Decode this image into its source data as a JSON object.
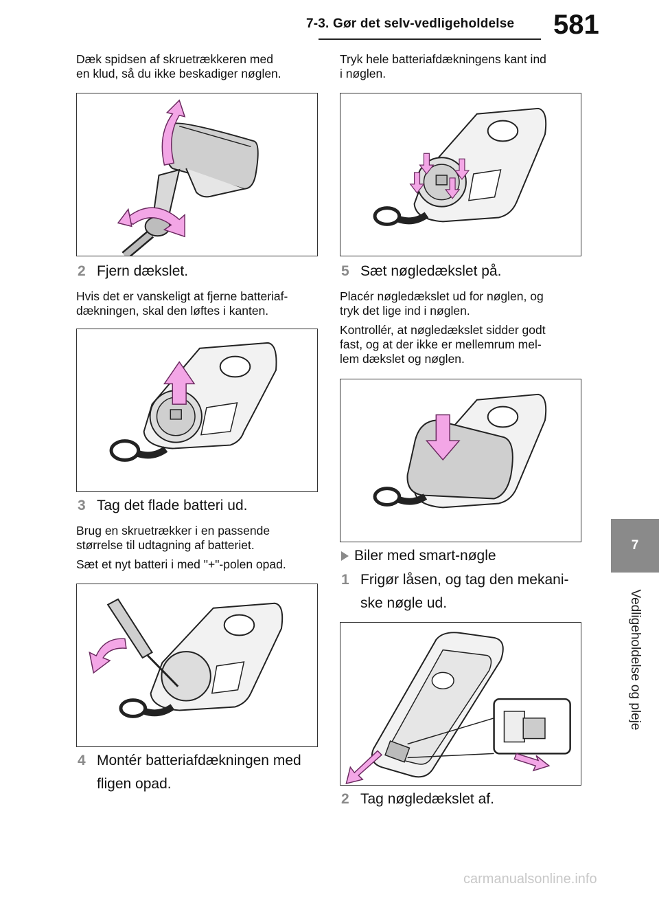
{
  "header": {
    "section": "7-3. Gør det selv-vedligeholdelse",
    "page_number": "581"
  },
  "side_tab": {
    "chapter_number": "7",
    "chapter_label": "Vedligeholdelse og pleje"
  },
  "left_column": {
    "intro_line1": "Dæk spidsen af skruetrækkeren med",
    "intro_line2": "en klud, så du ikke beskadiger nøglen.",
    "step2": {
      "num": "2",
      "text": "Fjern dækslet."
    },
    "step2_note_line1": "Hvis det er vanskeligt at fjerne batteriaf-",
    "step2_note_line2": "dækningen, skal den løftes i kanten.",
    "step3": {
      "num": "3",
      "text": "Tag det flade batteri ud."
    },
    "step3_note1_line1": "Brug en skruetrækker i en passende",
    "step3_note1_line2": "størrelse til udtagning af batteriet.",
    "step3_note2": "Sæt et nyt batteri i med \"+\"-polen opad.",
    "step4": {
      "num": "4",
      "line1": "Montér batteriafdækningen med",
      "line2": "fligen opad."
    }
  },
  "right_column": {
    "intro_line1": "Tryk hele batteriafdækningens kant ind",
    "intro_line2": "i nøglen.",
    "step5": {
      "num": "5",
      "text": "Sæt nøgledækslet på."
    },
    "step5_note1_line1": "Placér nøgledækslet ud for nøglen, og",
    "step5_note1_line2": "tryk det lige ind i nøglen.",
    "step5_note2_line1": "Kontrollér, at nøgledækslet sidder godt",
    "step5_note2_line2": "fast, og at der ikke er mellemrum mel-",
    "step5_note2_line3": "lem dækslet og nøglen.",
    "subheading": "Biler med smart-nøgle",
    "smart_step1": {
      "num": "1",
      "line1": "Frigør låsen, og tag den mekani-",
      "line2": "ske nøgle ud."
    },
    "smart_step2": {
      "num": "2",
      "text": "Tag nøgledækslet af."
    }
  },
  "watermark": "carmanualsonline.info",
  "colors": {
    "accent_pink": "#f3a6e6",
    "accent_pink_stroke": "#6b2a60",
    "tab_gray": "#8a8a8a"
  }
}
